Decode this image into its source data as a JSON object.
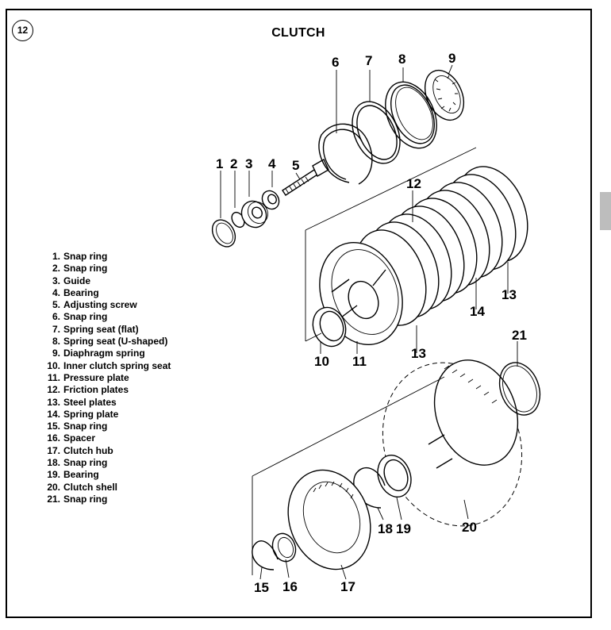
{
  "figure_number": "12",
  "title": "CLUTCH",
  "legend": [
    {
      "num": "1.",
      "label": "Snap ring"
    },
    {
      "num": "2.",
      "label": "Snap ring"
    },
    {
      "num": "3.",
      "label": "Guide"
    },
    {
      "num": "4.",
      "label": "Bearing"
    },
    {
      "num": "5.",
      "label": "Adjusting screw"
    },
    {
      "num": "6.",
      "label": "Snap ring"
    },
    {
      "num": "7.",
      "label": "Spring seat (flat)"
    },
    {
      "num": "8.",
      "label": "Spring seat (U-shaped)"
    },
    {
      "num": "9.",
      "label": "Diaphragm spring"
    },
    {
      "num": "10.",
      "label": "Inner clutch spring seat"
    },
    {
      "num": "11.",
      "label": "Pressure plate"
    },
    {
      "num": "12.",
      "label": "Friction plates"
    },
    {
      "num": "13.",
      "label": "Steel plates"
    },
    {
      "num": "14.",
      "label": "Spring plate"
    },
    {
      "num": "15.",
      "label": "Snap ring"
    },
    {
      "num": "16.",
      "label": "Spacer"
    },
    {
      "num": "17.",
      "label": "Clutch hub"
    },
    {
      "num": "18.",
      "label": "Snap ring"
    },
    {
      "num": "19.",
      "label": "Bearing"
    },
    {
      "num": "20.",
      "label": "Clutch shell"
    },
    {
      "num": "21.",
      "label": "Snap ring"
    }
  ],
  "callouts": [
    "1",
    "2",
    "3",
    "4",
    "5",
    "6",
    "7",
    "8",
    "9",
    "10",
    "11",
    "12",
    "13",
    "13",
    "14",
    "15",
    "16",
    "17",
    "18",
    "19",
    "20",
    "21"
  ]
}
